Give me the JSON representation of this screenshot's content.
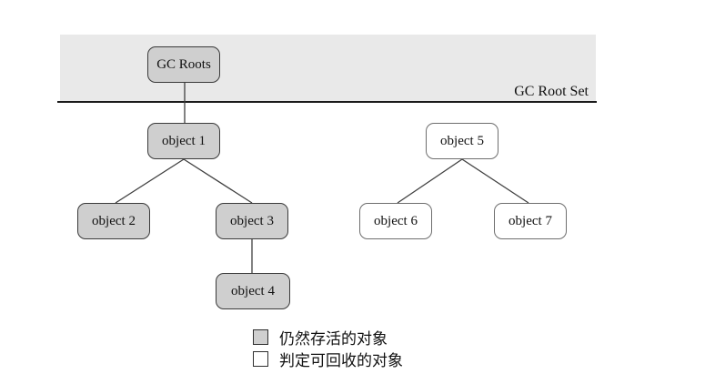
{
  "banner": {
    "label": "GC Root Set",
    "fill": "#e9e9e9"
  },
  "nodes": [
    {
      "id": "gc-roots",
      "label": "GC Roots",
      "state": "alive",
      "parent": null
    },
    {
      "id": "object-1",
      "label": "object 1",
      "state": "alive",
      "parent": "gc-roots"
    },
    {
      "id": "object-2",
      "label": "object 2",
      "state": "alive",
      "parent": "object-1"
    },
    {
      "id": "object-3",
      "label": "object 3",
      "state": "alive",
      "parent": "object-1"
    },
    {
      "id": "object-4",
      "label": "object 4",
      "state": "alive",
      "parent": "object-3"
    },
    {
      "id": "object-5",
      "label": "object 5",
      "state": "recyclable",
      "parent": null
    },
    {
      "id": "object-6",
      "label": "object 6",
      "state": "recyclable",
      "parent": "object-5"
    },
    {
      "id": "object-7",
      "label": "object 7",
      "state": "recyclable",
      "parent": "object-5"
    }
  ],
  "edges": [
    {
      "from": "gc-roots",
      "to": "object-1"
    },
    {
      "from": "object-1",
      "to": "object-2"
    },
    {
      "from": "object-1",
      "to": "object-3"
    },
    {
      "from": "object-3",
      "to": "object-4"
    },
    {
      "from": "object-5",
      "to": "object-6"
    },
    {
      "from": "object-5",
      "to": "object-7"
    }
  ],
  "legend": {
    "items": [
      {
        "label": "仍然存活的对象",
        "state": "alive",
        "swatch_fill": "#cfcfcf"
      },
      {
        "label": "判定可回收的对象",
        "state": "recyclable",
        "swatch_fill": "#ffffff"
      }
    ]
  },
  "colors": {
    "banner_fill": "#e9e9e9",
    "alive_fill": "#cfcfcf",
    "recyclable_fill": "#ffffff",
    "border_dark": "#3a3a3a",
    "border_light": "#6e6e6e",
    "line": "#3f3f3f",
    "background": "#ffffff"
  }
}
